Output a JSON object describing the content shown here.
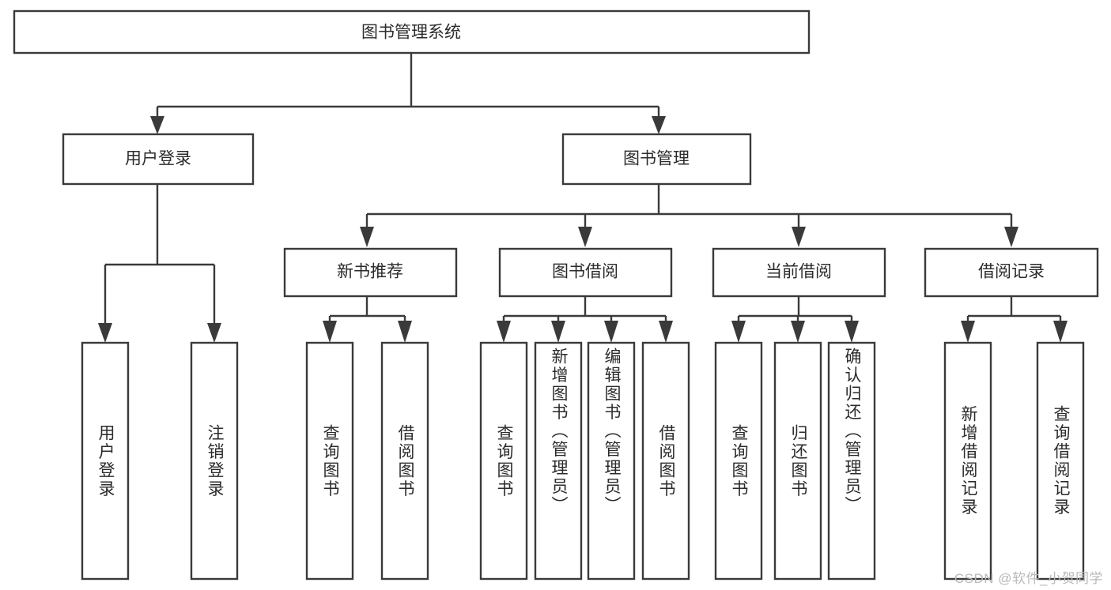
{
  "diagram": {
    "title": "图书管理系统",
    "type": "tree-hierarchy-diagram",
    "watermark": "CSDN @软件_小贺同学",
    "colors": {
      "box_stroke": "#3a3a3a",
      "box_fill": "#ffffff",
      "text": "#2b2b2b",
      "background": "#ffffff",
      "watermark": "#b9b9b9"
    },
    "root": {
      "label": "图书管理系统"
    },
    "level2": [
      {
        "label": "用户登录"
      },
      {
        "label": "图书管理"
      }
    ],
    "level3": [
      {
        "label": "新书推荐"
      },
      {
        "label": "图书借阅"
      },
      {
        "label": "当前借阅"
      },
      {
        "label": "借阅记录"
      }
    ],
    "leaves": {
      "user_login": [
        {
          "label": "用户登录"
        },
        {
          "label": "注销登录"
        }
      ],
      "new_book_recommend": [
        {
          "label": "查询图书"
        },
        {
          "label": "借阅图书"
        }
      ],
      "book_borrow": [
        {
          "label": "查询图书"
        },
        {
          "label": "新增图书（管理员）"
        },
        {
          "label": "编辑图书（管理员）"
        },
        {
          "label": "借阅图书"
        }
      ],
      "current_borrow": [
        {
          "label": "查询图书"
        },
        {
          "label": "归还图书"
        },
        {
          "label": "确认归还（管理员）"
        }
      ],
      "borrow_record": [
        {
          "label": "新增借阅记录"
        },
        {
          "label": "查询借阅记录"
        }
      ]
    }
  }
}
